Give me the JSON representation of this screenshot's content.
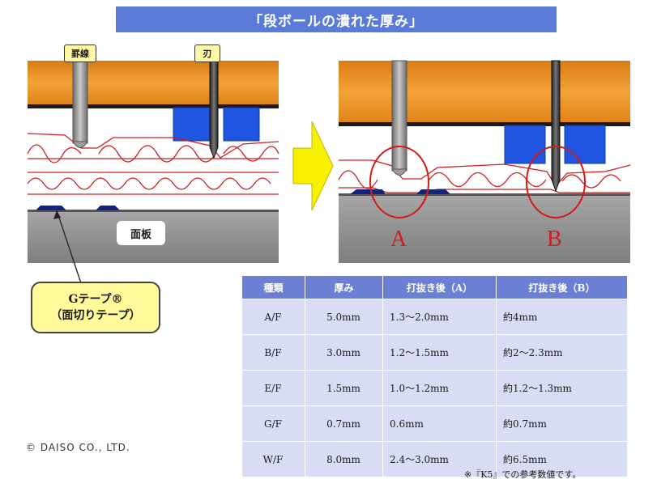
{
  "title": "「段ボールの潰れた厚み」",
  "labels": {
    "scoreline": "罫線",
    "blade": "刃",
    "base_plate": "面板",
    "gtape_line1": "Gテープ®",
    "gtape_line2": "（面切りテープ）",
    "circle_a": "A",
    "circle_b": "B"
  },
  "colors": {
    "die_board": "#e8891c",
    "pad": "#1f55e0",
    "flute": "#cc1f1f",
    "base": "#8f8f8f",
    "arrow": "#f7f000",
    "header": "#6b7fd4",
    "cell": "#d9dcf5"
  },
  "table": {
    "headers": [
      "種類",
      "厚み",
      "打抜き後（A）",
      "打抜き後（B）"
    ],
    "rows": [
      [
        "A/F",
        "5.0mm",
        "1.3〜2.0mm",
        "約4mm"
      ],
      [
        "B/F",
        "3.0mm",
        "1.2〜1.5mm",
        "約2〜2.3mm"
      ],
      [
        "E/F",
        "1.5mm",
        "1.0〜1.2mm",
        "約1.2〜1.3mm"
      ],
      [
        "G/F",
        "0.7mm",
        "0.6mm",
        "約0.7mm"
      ],
      [
        "W/F",
        "8.0mm",
        "2.4〜3.0mm",
        "約6.5mm"
      ]
    ]
  },
  "footnote": "※『K5』での参考数値です。",
  "copyright": "© DAISO CO., LTD."
}
